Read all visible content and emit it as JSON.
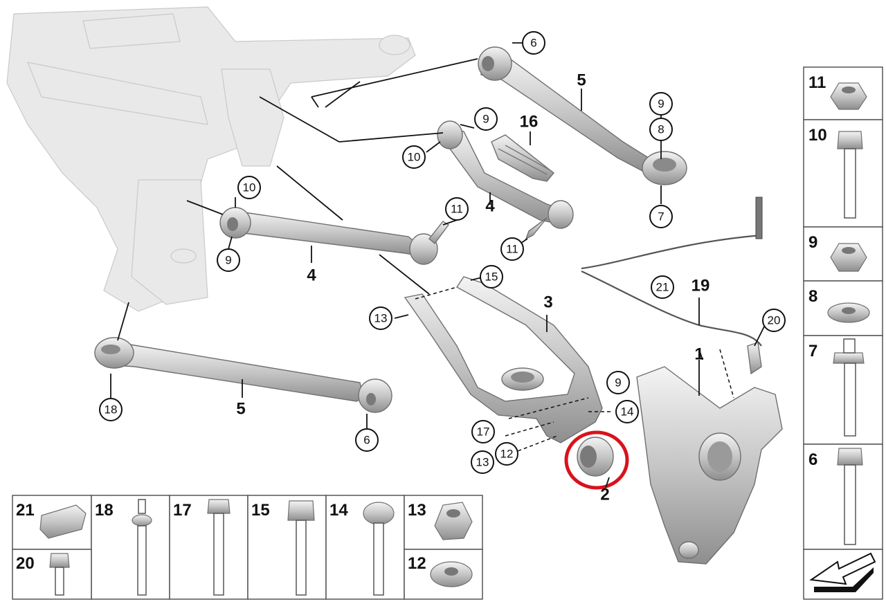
{
  "callouts": {
    "c6_top": "6",
    "c9_top": "9",
    "c8": "8",
    "c7": "7",
    "c9_mid": "9",
    "c10_mid": "10",
    "c10_left": "10",
    "c11_a": "11",
    "c9_left": "9",
    "c11_b": "11",
    "c15": "15",
    "c13_top": "13",
    "c21": "21",
    "c20": "20",
    "c18": "18",
    "c6_low": "6",
    "c9_low": "9",
    "c14": "14",
    "c17": "17",
    "c12": "12",
    "c13_low": "13"
  },
  "part_labels": {
    "p5_top": "5",
    "p16": "16",
    "p4_mid": "4",
    "p4_left": "4",
    "p3": "3",
    "p19": "19",
    "p1": "1",
    "p5_low": "5",
    "p2": "2"
  },
  "hardware_right": [
    "11",
    "10",
    "9",
    "8",
    "7",
    "6"
  ],
  "hardware_bottom_row1": [
    "21",
    "18",
    "17",
    "15",
    "14",
    "13"
  ],
  "hardware_bottom_row2": [
    "20",
    "12"
  ],
  "highlight_color": "#d9121b"
}
